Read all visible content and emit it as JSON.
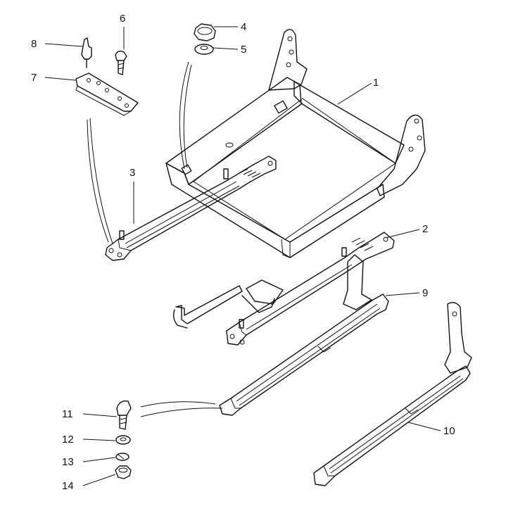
{
  "colors": {
    "frame": "#8fc5bd",
    "front_bar": "#a7d6a1",
    "brackets": "#7d8fd6",
    "clip_orange": "#e09a3a",
    "clip_magenta": "#c43fae",
    "rail": "#f2f2f2",
    "line": "#111111"
  },
  "callouts": [
    {
      "label": "1",
      "part": "seat-frame"
    },
    {
      "label": "2",
      "part": "slide-rail-upper"
    },
    {
      "label": "3",
      "part": "slide-rail-left"
    },
    {
      "label": "4",
      "part": "nut"
    },
    {
      "label": "5",
      "part": "washer"
    },
    {
      "label": "6",
      "part": "screw"
    },
    {
      "label": "7",
      "part": "mounting-plate"
    },
    {
      "label": "8",
      "part": "pin"
    },
    {
      "label": "9",
      "part": "inner-rail"
    },
    {
      "label": "10",
      "part": "outer-rail"
    },
    {
      "label": "11",
      "part": "bolt"
    },
    {
      "label": "12",
      "part": "washer"
    },
    {
      "label": "13",
      "part": "lock-washer"
    },
    {
      "label": "14",
      "part": "nut"
    }
  ]
}
